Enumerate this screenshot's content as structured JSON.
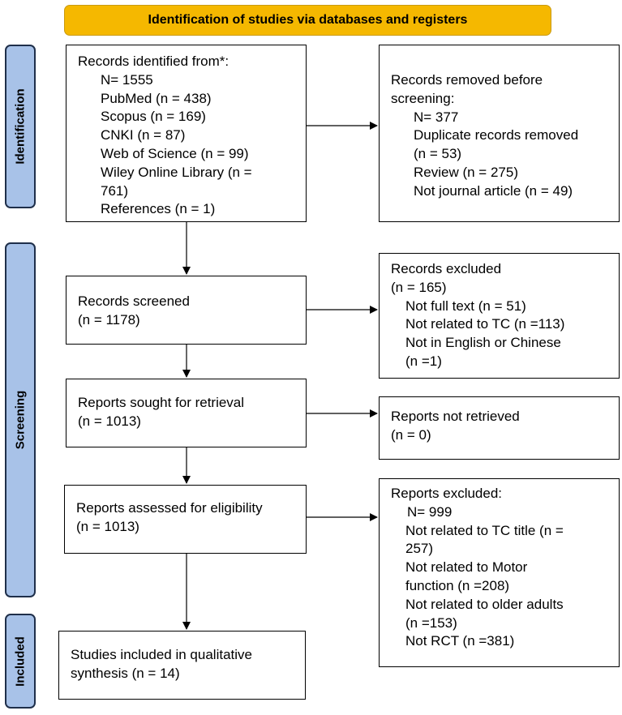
{
  "header": {
    "title": "Identification of studies via databases and registers"
  },
  "stages": {
    "identification": "Identification",
    "screening": "Screening",
    "included": "Included"
  },
  "records_identified": {
    "heading": "Records identified from*:",
    "lines": [
      "N= 1555",
      "PubMed (n = 438)",
      "Scopus (n = 169)",
      "CNKI (n = 87)",
      "Web of Science (n = 99)",
      "Wiley Online Library (n =",
      "761)",
      "References (n = 1)"
    ]
  },
  "records_removed": {
    "heading_words": [
      "Records",
      "removed",
      "before"
    ],
    "heading_cont": "screening:",
    "lines": [
      "N= 377",
      "Duplicate records removed",
      "(n = 53)",
      "Review (n = 275)",
      "Not journal article (n = 49)"
    ]
  },
  "records_screened": {
    "lines": [
      "Records screened",
      "(n = 1178)"
    ]
  },
  "records_excluded": {
    "lines": [
      "Records excluded",
      "(n = 165)"
    ],
    "sub": [
      "Not full text (n = 51)",
      "Not related to TC (n =113)",
      "Not in English or Chinese",
      "(n =1)"
    ]
  },
  "reports_sought": {
    "lines": [
      "Reports sought for retrieval",
      "(n = 1013)"
    ]
  },
  "reports_not_retrieved": {
    "lines": [
      "Reports not retrieved",
      "(n = 0)"
    ]
  },
  "reports_assessed": {
    "lines": [
      "Reports assessed for eligibility",
      "(n = 1013)"
    ]
  },
  "reports_excluded": {
    "heading": "Reports excluded:",
    "line1": "N= 999",
    "line2": "Not related to TC title (n =",
    "line3": "257)",
    "line4_words": [
      "Not",
      "related",
      "to",
      "Motor"
    ],
    "line5": "function (n =208)",
    "line6": "Not related to older adults",
    "line7": "(n =153)",
    "line8": "Not RCT (n =381)"
  },
  "studies_included": {
    "lines": [
      "Studies included in qualitative",
      "synthesis (n = 14)"
    ]
  }
}
